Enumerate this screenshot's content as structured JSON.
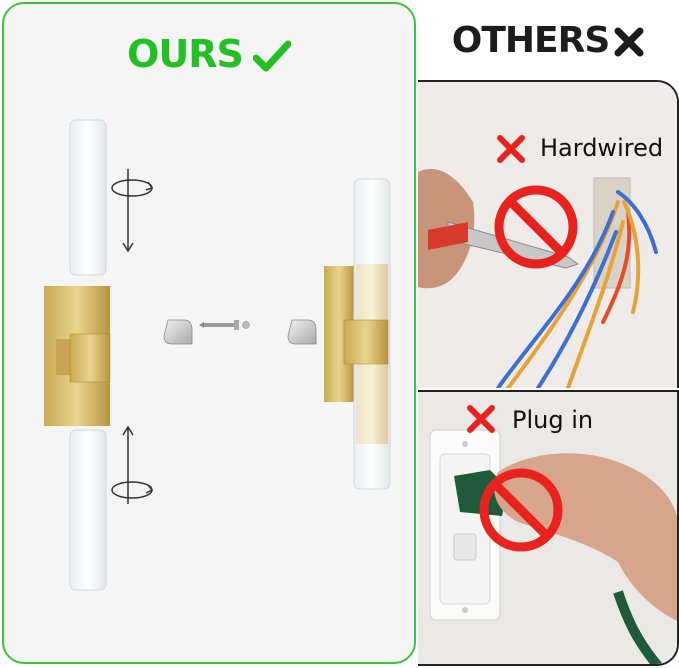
{
  "left_panel": {
    "title": "OURS",
    "title_color": "#23c023",
    "border_color": "#3bc43b"
  },
  "right_panel": {
    "title": "OTHERS",
    "items": [
      {
        "label": "Hardwired",
        "icon": "prohibited-icon"
      },
      {
        "label": "Plug in",
        "icon": "prohibited-icon"
      }
    ],
    "accent_red": "#e8231f"
  }
}
